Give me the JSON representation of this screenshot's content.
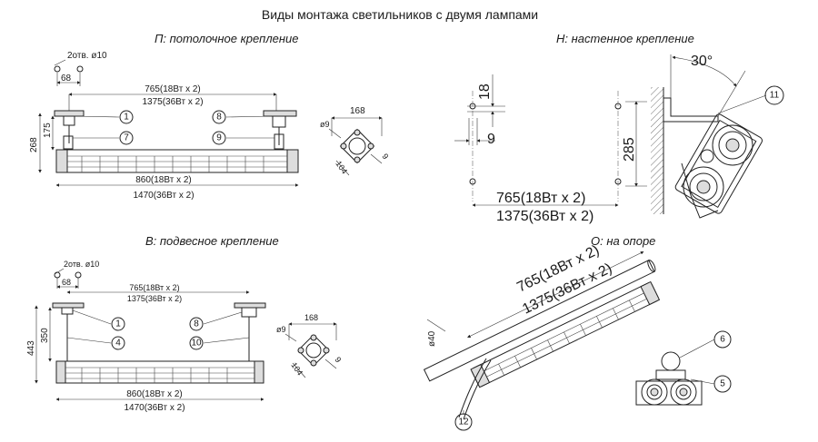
{
  "title": "Виды монтажа светильников с двумя лампами",
  "sections": {
    "ceiling": {
      "label": "П: потолочное крепление",
      "dims": {
        "holes": "2отв. ø10",
        "hole_spacing": "68",
        "span_2x18": "765(18Вт х 2)",
        "span_2x36": "1375(36Вт х 2)",
        "height_total": "268",
        "height_body": "175",
        "length_2x18": "860(18Вт х 2)",
        "length_2x36": "1470(36Вт х 2)"
      },
      "callouts": [
        "1",
        "7",
        "8",
        "9"
      ],
      "detail": {
        "width": "168",
        "hole": "ø9",
        "depth": "104",
        "offset": "9"
      }
    },
    "wall": {
      "label": "Н: настенное крепление",
      "dims": {
        "top": "18",
        "bottom": "9",
        "height": "285",
        "angle": "30°",
        "span_2x18": "765(18Вт х 2)",
        "span_2x36": "1375(36Вт х 2)"
      },
      "callouts": [
        "11"
      ]
    },
    "pendant": {
      "label": "В: подвесное крепление",
      "dims": {
        "holes": "2отв. ø10",
        "hole_spacing": "68",
        "span_2x18": "765(18Вт х 2)",
        "span_2x36": "1375(36Вт х 2)",
        "height_total": "443",
        "height_rod": "350",
        "length_2x18": "860(18Вт х 2)",
        "length_2x36": "1470(36Вт х 2)"
      },
      "callouts": [
        "1",
        "4",
        "8",
        "10"
      ],
      "detail": {
        "width": "168",
        "hole": "ø9",
        "depth": "104",
        "offset": "9"
      }
    },
    "pole": {
      "label": "О: на опоре",
      "dims": {
        "diameter": "ø40",
        "span_2x18": "765(18Вт х 2)",
        "span_2x36": "1375(36Вт х 2)"
      },
      "callouts": [
        "6",
        "5",
        "12"
      ]
    }
  }
}
